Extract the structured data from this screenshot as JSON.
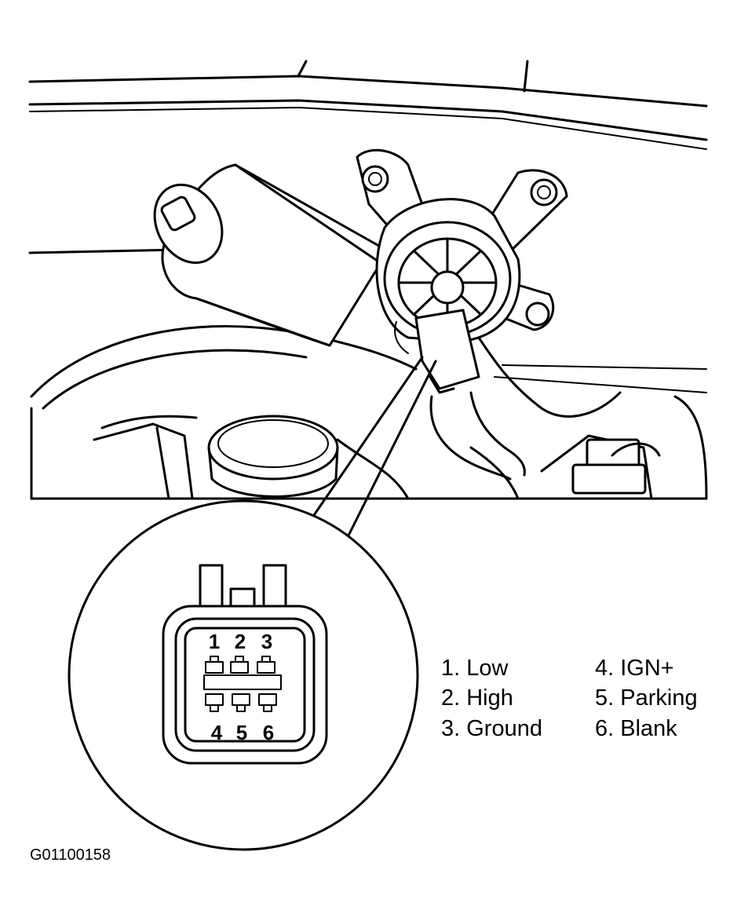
{
  "pins": {
    "top": [
      "1",
      "2",
      "3"
    ],
    "bottom": [
      "4",
      "5",
      "6"
    ]
  },
  "legend": {
    "left": [
      "1. Low",
      "2. High",
      "3. Ground"
    ],
    "right": [
      "4. IGN+",
      "5. Parking",
      "6. Blank"
    ]
  },
  "figure_id": "G01100158"
}
